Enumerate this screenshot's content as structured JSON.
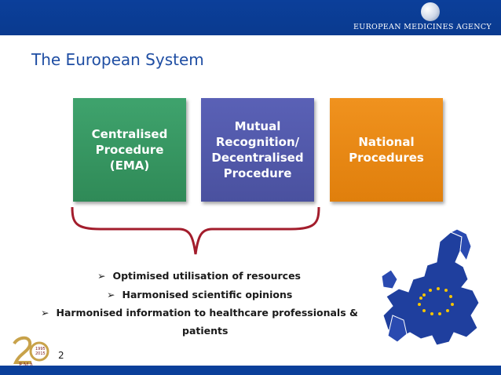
{
  "header": {
    "agency_name": "EUROPEAN MEDICINES AGENCY"
  },
  "slide": {
    "title": "The European System",
    "boxes": [
      {
        "label": "Centralised\nProcedure\n(EMA)",
        "color": "#3a9a64"
      },
      {
        "label": "Mutual\nRecognition/\nDecentralised\nProcedure",
        "color": "#525aab"
      },
      {
        "label": "National\nProcedures",
        "color": "#e8880f"
      }
    ],
    "bullets": [
      "Optimised utilisation of resources",
      "Harmonised scientific opinions",
      "Harmonised information to healthcare professionals &",
      "patients"
    ],
    "page_number": "2"
  },
  "logo": {
    "years_top": "1995",
    "years_bottom": "2015",
    "text": "EMA"
  },
  "colors": {
    "header_blue": "#0b3f9a",
    "title_blue": "#1f4ea3",
    "brace_red": "#a31d2c"
  }
}
